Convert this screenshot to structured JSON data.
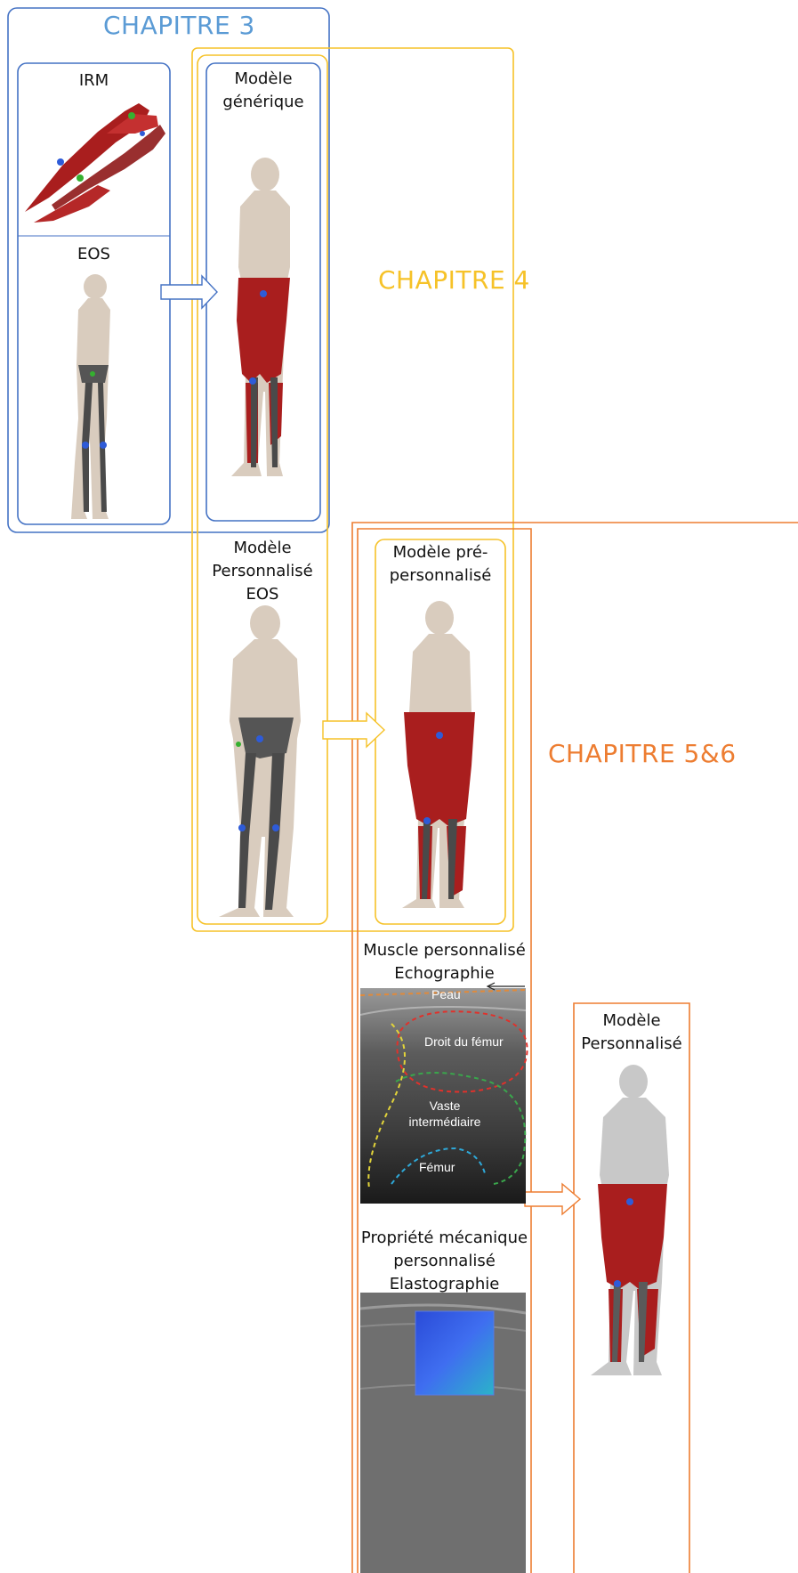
{
  "colors": {
    "chapitre3": "#4472C4",
    "chapitre3_title": "#5B9BD5",
    "chapitre4": "#F6C228",
    "chapitre56": "#ED7D31",
    "muscle": "#A91E1E",
    "skin": "#D9CCBE",
    "bone": "#4A4A4A"
  },
  "chapters": {
    "ch3": "CHAPITRE 3",
    "ch4": "CHAPITRE 4",
    "ch56": "CHAPITRE 5&6"
  },
  "panels": {
    "irm": "IRM",
    "eos": "EOS",
    "generic": [
      "Modèle",
      "générique"
    ],
    "eos_model": [
      "Modèle",
      "Personnalisé",
      "EOS"
    ],
    "pre_perso": [
      "Modèle pré-",
      "personnalisé"
    ],
    "echo_title": [
      "Muscle personnalisé",
      "Echographie"
    ],
    "elasto_title": [
      "Propriété mécanique",
      "personnalisé",
      "Elastographie"
    ],
    "final_model": [
      "Modèle",
      "Personnalisé"
    ]
  },
  "ultrasound_labels": {
    "skin": "Peau",
    "rectus": "Droit du fémur",
    "vastus": [
      "Vaste",
      "intermédiaire"
    ],
    "femur": "Fémur"
  },
  "icons": [
    "arrow-right-icon"
  ]
}
